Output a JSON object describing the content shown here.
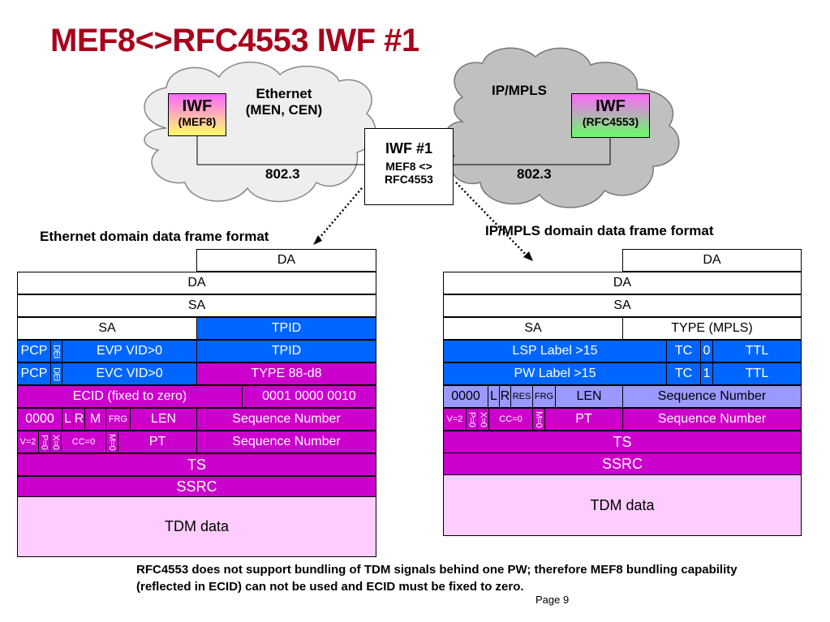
{
  "title": "MEF8<>RFC4553 IWF #1",
  "clouds": {
    "ethernet": {
      "line1": "Ethernet",
      "line2": "(MEN, CEN)",
      "link": "802.3"
    },
    "ipmpls": {
      "line1": "IP/MPLS",
      "link": "802.3"
    }
  },
  "iwf_left": {
    "name": "IWF",
    "sub": "(MEF8)"
  },
  "iwf_right": {
    "name": "IWF",
    "sub": "(RFC4553)"
  },
  "iwf_center": {
    "name": "IWF #1",
    "line2": "MEF8 <>",
    "line3": "RFC4553"
  },
  "left": {
    "heading": "Ethernet domain data frame format",
    "da_top": "DA",
    "da": "DA",
    "sa": "SA",
    "sa2": "SA",
    "tpid1": "TPID",
    "pcp1": "PCP",
    "dei1": "DEI",
    "evp": "EVP VID>0",
    "tpid2": "TPID",
    "pcp2": "PCP",
    "dei2": "DEI",
    "evc": "EVC VID>0",
    "type": "TYPE 88-d8",
    "ecid": "ECID (fixed to zero)",
    "ecid_val": "0001 0000 0010",
    "c0000": "0000",
    "cl": "L",
    "cr": "R",
    "cm": "M",
    "frg": "FRG",
    "len": "LEN",
    "seq1": "Sequence Number",
    "v2": "V=2",
    "p0": "P=0",
    "x0": "X=0",
    "cc0": "CC=0",
    "m0": "M=0",
    "pt": "PT",
    "seq2": "Sequence Number",
    "ts": "TS",
    "ssrc": "SSRC",
    "tdm": "TDM data"
  },
  "right": {
    "heading": "IP/MPLS domain data frame format",
    "da_top": "DA",
    "da": "DA",
    "sa": "SA",
    "sa2": "SA",
    "type": "TYPE (MPLS)",
    "lsp": "LSP Label >15",
    "tc1": "TC",
    "s0": "0",
    "ttl1": "TTL",
    "pw": "PW Label >15",
    "tc2": "TC",
    "s1": "1",
    "ttl2": "TTL",
    "c0000": "0000",
    "cl": "L",
    "cr": "R",
    "res": "RES",
    "frg": "FRG",
    "len": "LEN",
    "seq1": "Sequence Number",
    "v2": "V=2",
    "p0": "P=0",
    "x0": "X=0",
    "cc0": "CC=0",
    "m0": "M=0",
    "pt": "PT",
    "seq2": "Sequence Number",
    "ts": "TS",
    "ssrc": "SSRC",
    "tdm": "TDM data"
  },
  "note": "RFC4553 does not support bundling of TDM signals behind one PW; therefore MEF8 bundling capability (reflected in ECID) can not be used and ECID must be fixed to zero.",
  "page": "Page 9",
  "colors": {
    "title": "#a8001c",
    "blue": "#0066ff",
    "magenta": "#cc00cc",
    "pink": "#ffccff",
    "lavender": "#9999ff",
    "cloud_left": "#eeeeee",
    "cloud_right": "#c0c0c0"
  }
}
